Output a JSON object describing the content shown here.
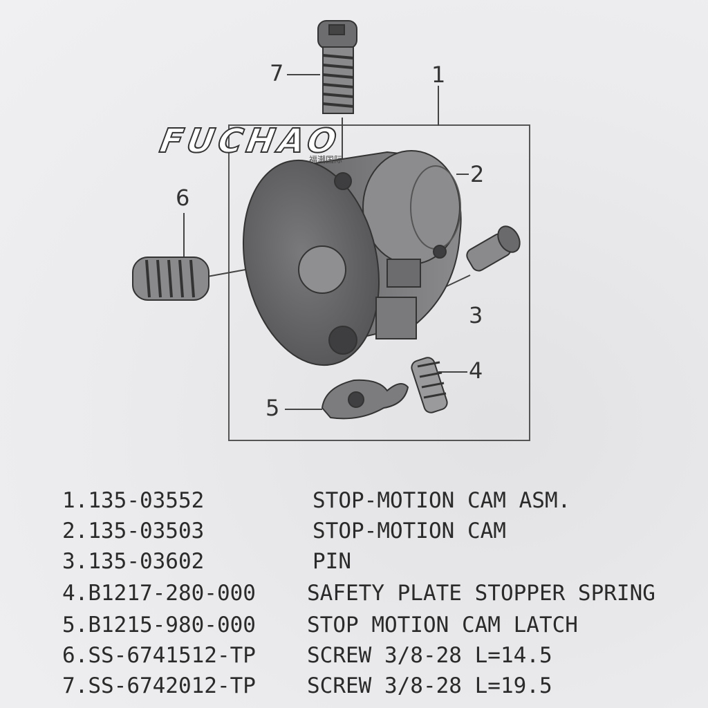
{
  "watermark": {
    "brand": "FUCHAO",
    "subtitle": "福潮国际"
  },
  "callouts": [
    "1",
    "2",
    "3",
    "4",
    "5",
    "6",
    "7"
  ],
  "parts": [
    {
      "index": "1.",
      "number": "135-03552",
      "description": "STOP-MOTION CAM ASM."
    },
    {
      "index": "2.",
      "number": "135-03503",
      "description": "STOP-MOTION CAM"
    },
    {
      "index": "3.",
      "number": "135-03602",
      "description": "PIN"
    },
    {
      "index": "4.",
      "number": "B1217-280-000",
      "description": "SAFETY PLATE STOPPER SPRING"
    },
    {
      "index": "5.",
      "number": "B1215-980-000",
      "description": "STOP MOTION CAM LATCH"
    },
    {
      "index": "6.",
      "number": "SS-6741512-TP",
      "description": "SCREW 3/8-28 L=14.5"
    },
    {
      "index": "7.",
      "number": "SS-6742012-TP",
      "description": "SCREW 3/8-28 L=19.5"
    }
  ]
}
